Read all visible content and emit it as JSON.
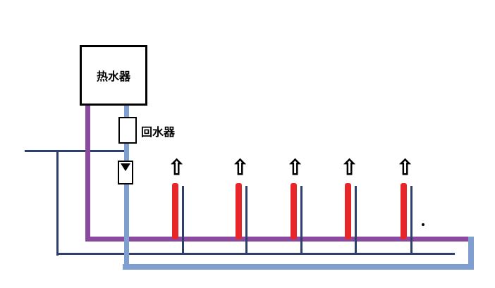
{
  "diagram": {
    "type": "plumbing-schematic",
    "heater": {
      "label": "热水器"
    },
    "return_device": {
      "label": "回水器"
    },
    "faucet_count": 5,
    "arrow_glyph": "⇧",
    "colors": {
      "hot_water_pipe": "#8b4aa0",
      "circulation_pipe": "#7e9fd0",
      "cold_water_line": "#2e3e6e",
      "faucet_riser": "#e8262a",
      "arrow": "#000000",
      "box_outline": "#000000"
    }
  }
}
